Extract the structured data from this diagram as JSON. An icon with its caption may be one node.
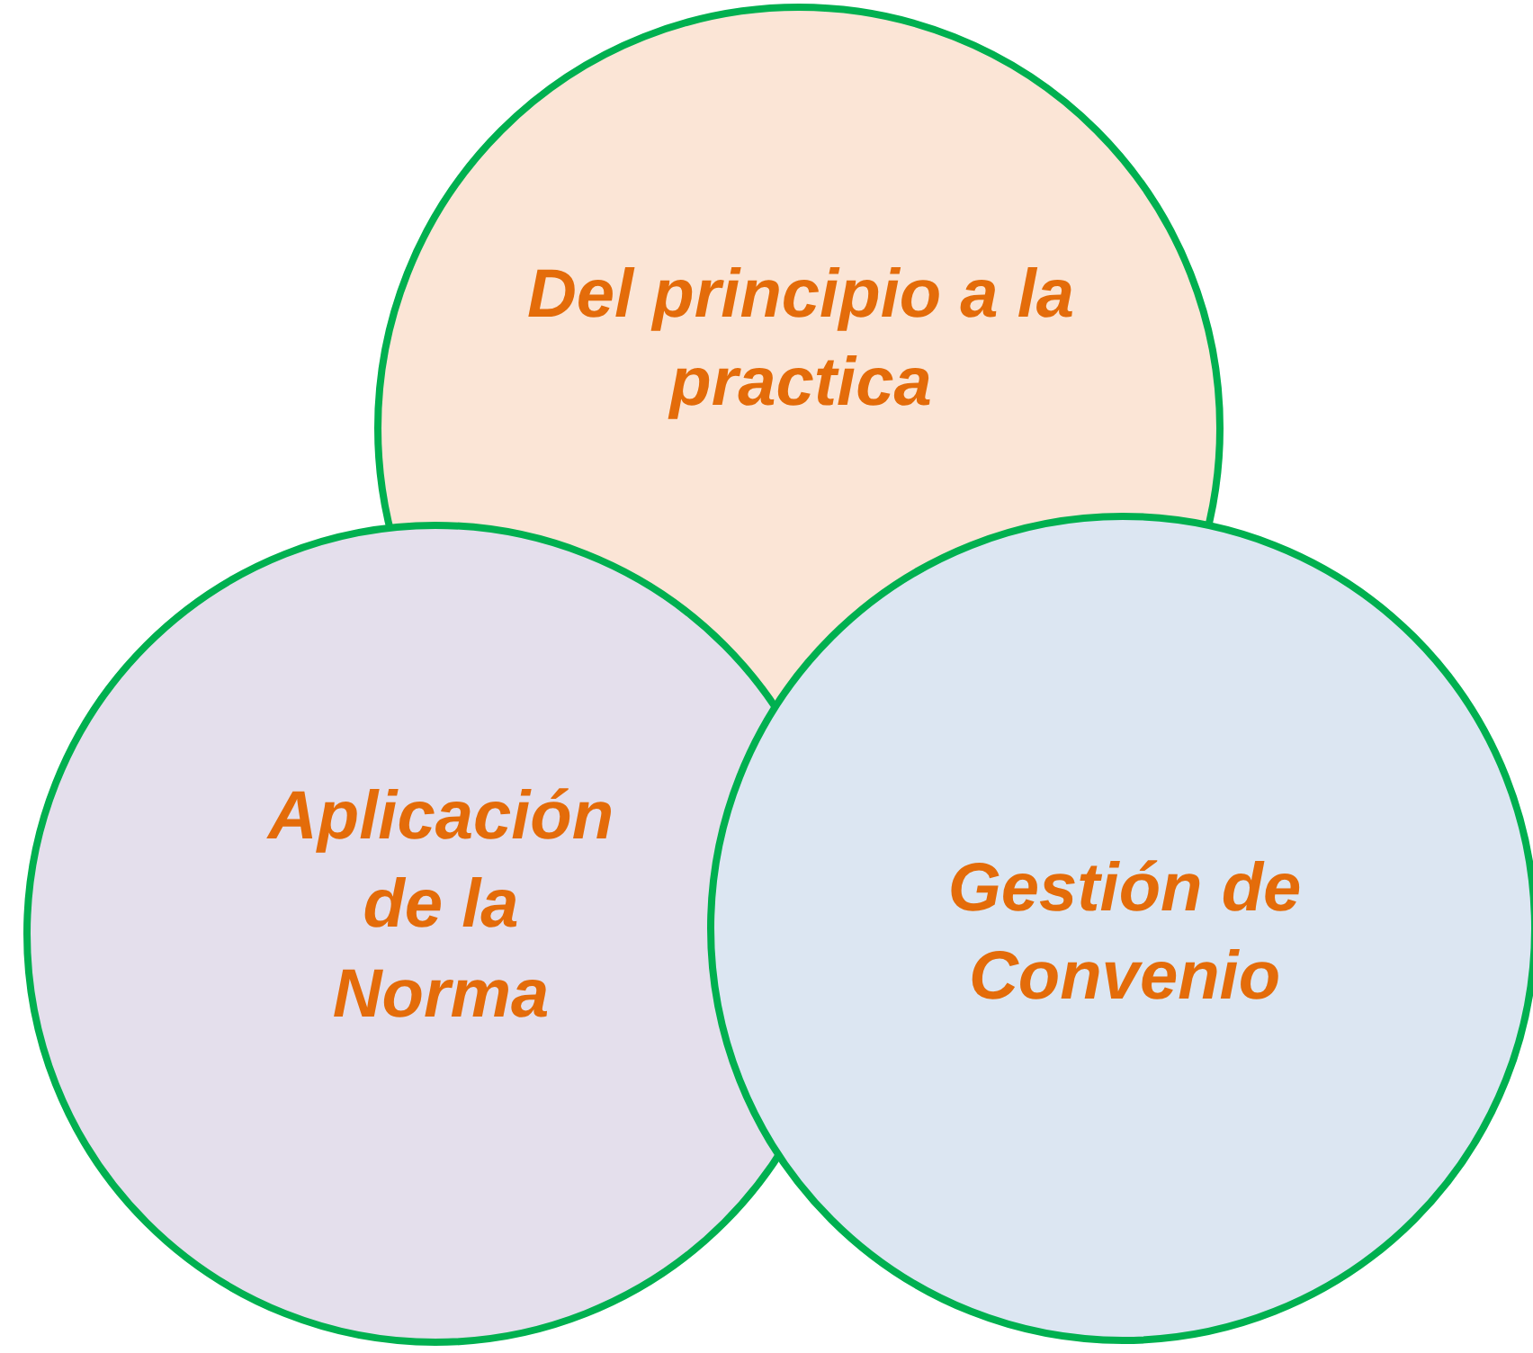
{
  "diagram": {
    "nodes": [
      {
        "text": [
          "Del principio a la practica"
        ]
      },
      {
        "text": [
          "Aplicación de la Norma"
        ]
      },
      {
        "text": [
          "Gestión de Convenio"
        ]
      }
    ]
  }
}
